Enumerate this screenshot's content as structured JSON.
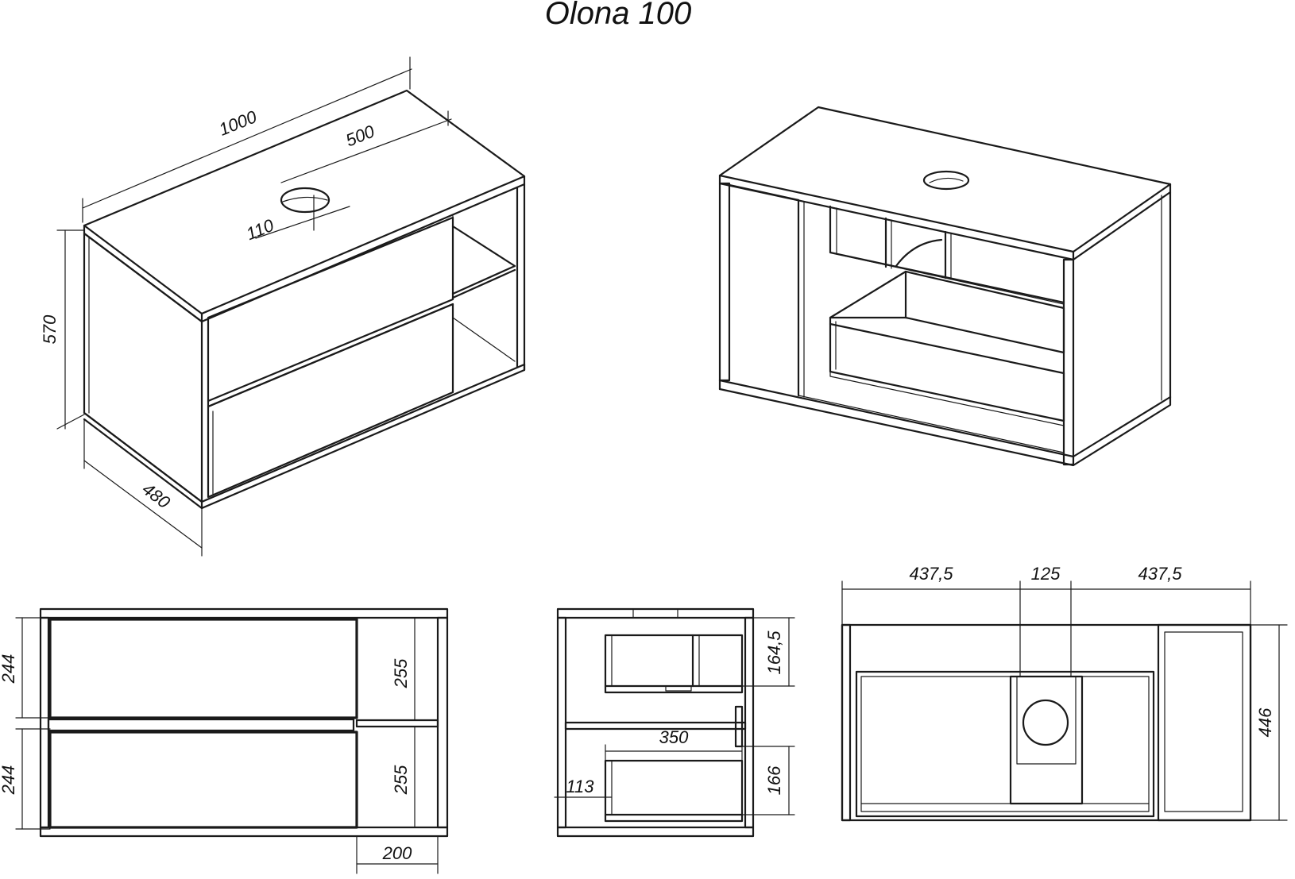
{
  "title": "Olona 100",
  "iso_view": {
    "width": "1000",
    "hole_offset": "500",
    "hole_diameter": "110",
    "height": "570",
    "depth": "480"
  },
  "front_view": {
    "drawer_top_height": "244",
    "drawer_bottom_height": "244",
    "shelf_top_height": "255",
    "shelf_bottom_height": "255",
    "shelf_width": "200"
  },
  "side_view": {
    "upper_drawer_height": "164,5",
    "drawer_depth": "350",
    "lower_drawer_offset": "113",
    "lower_drawer_height": "166"
  },
  "top_view": {
    "left_width": "437,5",
    "center_width": "125",
    "right_width": "437,5",
    "depth": "446"
  }
}
